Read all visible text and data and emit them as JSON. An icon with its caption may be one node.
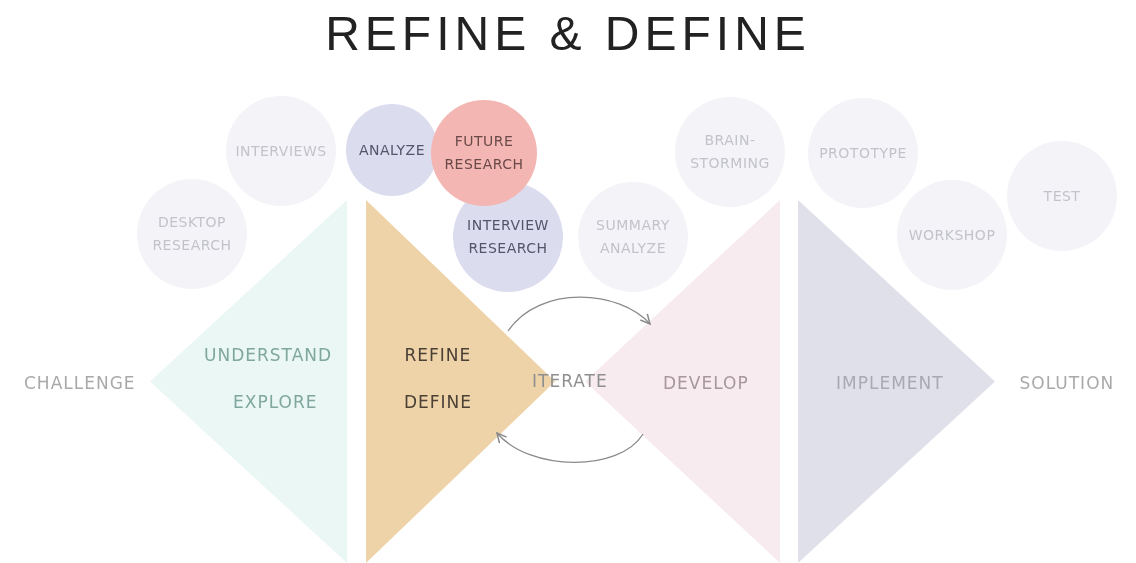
{
  "diagram": {
    "title": "REFINE & DEFINE",
    "nodes": [
      {
        "text": [
          "DESKTOP RESEARCH"
        ]
      },
      {
        "text": [
          "INTERVIEWS"
        ]
      },
      {
        "text": [
          "ANALYZE"
        ]
      },
      {
        "text": [
          "FUTURE RESEARCH"
        ]
      },
      {
        "text": [
          "INTERVIEW RESEARCH"
        ]
      },
      {
        "text": [
          "SUMMARY ANALYZE"
        ]
      },
      {
        "text": [
          "BRAIN-STORMING"
        ]
      },
      {
        "text": [
          "PROTOTYPE"
        ]
      },
      {
        "text": [
          "WORKSHOP"
        ]
      },
      {
        "text": [
          "TEST"
        ]
      },
      {
        "text": [
          "UNDERSTAND",
          "EXPLORE"
        ]
      },
      {
        "text": [
          "REFINE",
          "DEFINE"
        ]
      },
      {
        "text": [
          "DEVELOP"
        ]
      },
      {
        "text": [
          "IMPLEMENT"
        ]
      }
    ],
    "edges": [
      {
        "from": 11,
        "to": 12,
        "arrow": "to"
      },
      {
        "from": 12,
        "to": 11,
        "arrow": "to"
      }
    ],
    "labels": [
      "CHALLENGE",
      "ITERATE",
      "SOLUTION"
    ]
  }
}
